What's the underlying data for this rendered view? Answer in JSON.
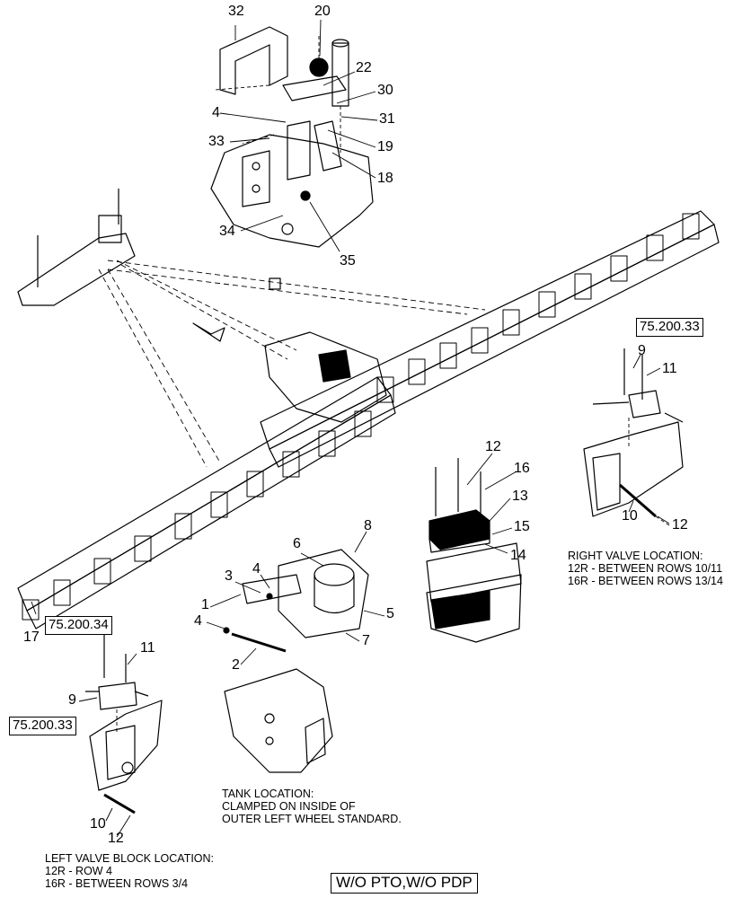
{
  "callouts": {
    "c32": "32",
    "c20": "20",
    "c22": "22",
    "c30": "30",
    "c4a": "4",
    "c31": "31",
    "c33": "33",
    "c19": "19",
    "c18": "18",
    "c34": "34",
    "c35": "35",
    "c9r": "9",
    "c11r": "11",
    "c10r": "10",
    "c12r": "12",
    "c12m": "12",
    "c16": "16",
    "c13": "13",
    "c15": "15",
    "c14": "14",
    "c8": "8",
    "c6": "6",
    "c4b": "4",
    "c3": "3",
    "c1": "1",
    "c5": "5",
    "c4c": "4",
    "c7": "7",
    "c2": "2",
    "c17": "17",
    "c11l": "11",
    "c9l": "9",
    "c10l": "10",
    "c12l": "12"
  },
  "refs": {
    "right_valve_ref": "75.200.33",
    "left_frame_ref": "75.200.34",
    "left_valve_ref": "75.200.33"
  },
  "notes": {
    "right_valve": {
      "line1": "RIGHT VALVE LOCATION:",
      "line2": "12R - BETWEEN ROWS 10/11",
      "line3": "16R - BETWEEN ROWS 13/14"
    },
    "tank": {
      "line1": "TANK LOCATION:",
      "line2": "CLAMPED ON INSIDE OF",
      "line3": "OUTER LEFT WHEEL STANDARD."
    },
    "left_valve": {
      "line1": "LEFT VALVE BLOCK LOCATION:",
      "line2": "12R - ROW 4",
      "line3": "16R - BETWEEN ROWS 3/4"
    }
  },
  "footer": "W/O PTO,W/O PDP"
}
